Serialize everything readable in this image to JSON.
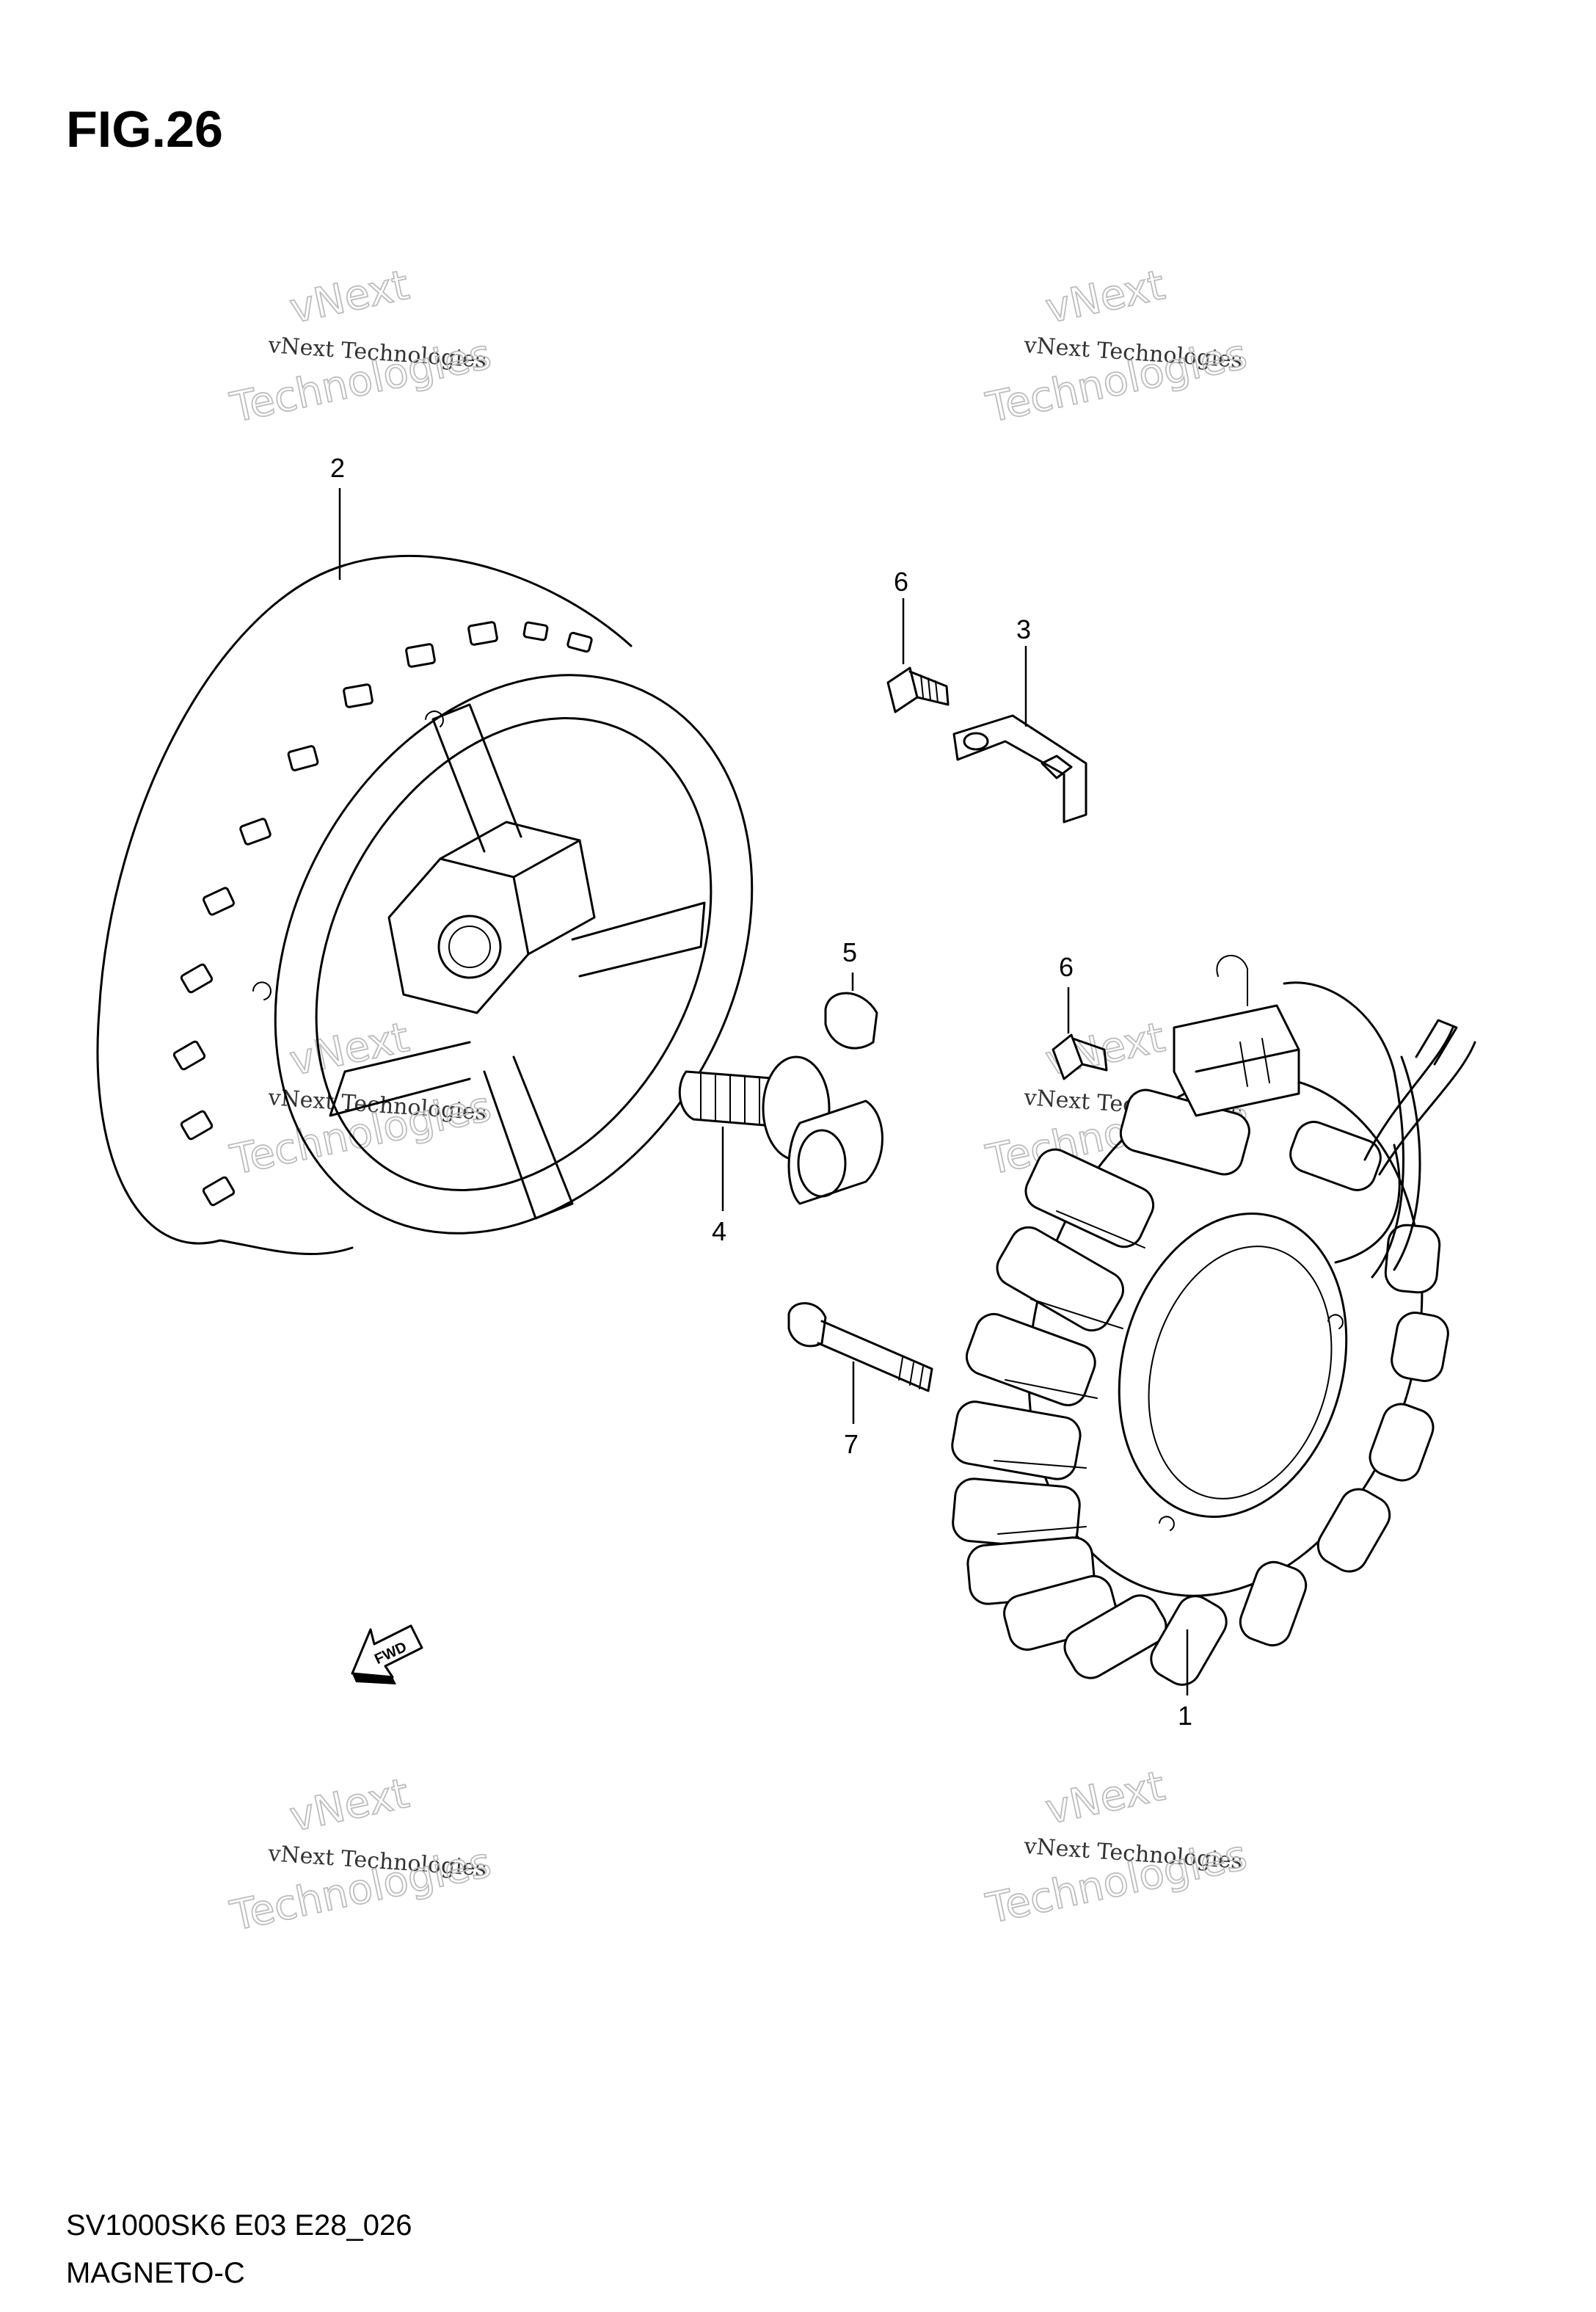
{
  "figure": {
    "title": "FIG.26",
    "model_code": "SV1000SK6 E03 E28_026",
    "section_name": "MAGNETO-C"
  },
  "callouts": [
    {
      "id": "1",
      "label": "1"
    },
    {
      "id": "2",
      "label": "2"
    },
    {
      "id": "3",
      "label": "3"
    },
    {
      "id": "4",
      "label": "4"
    },
    {
      "id": "5",
      "label": "5"
    },
    {
      "id": "6a",
      "label": "6"
    },
    {
      "id": "6b",
      "label": "6"
    },
    {
      "id": "7",
      "label": "7"
    }
  ],
  "direction_badge": "FWD",
  "watermark": {
    "line1": "vNext",
    "line2": "vNext Technologies",
    "line3": "Technologies"
  }
}
